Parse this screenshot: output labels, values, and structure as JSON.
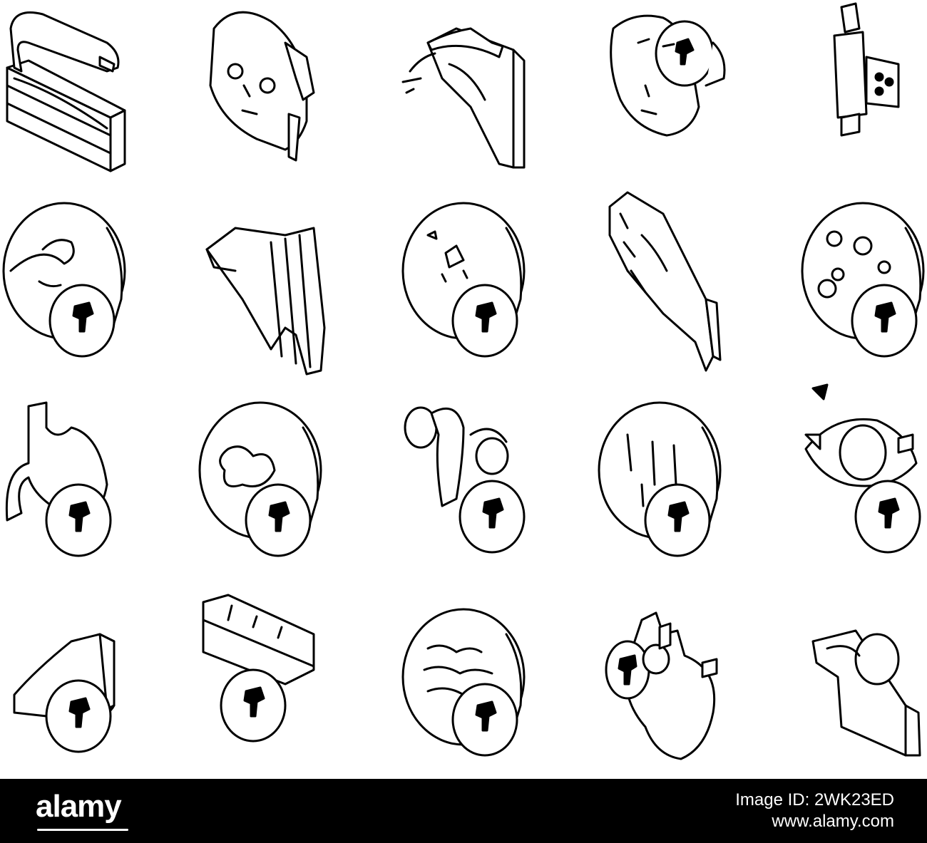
{
  "footer": {
    "brand": "alamy",
    "image_id_label": "Image ID: 2WK23ED",
    "site_url": "www.alamy.com"
  },
  "icons": [
    "iron-device-icon",
    "face-mask-icon",
    "hand-tool-icon",
    "face-profile-icon",
    "plug-device-icon",
    "skin-circle-vessel-icon",
    "hair-comb-icon",
    "skin-circle-spots-icon",
    "epilator-device-icon",
    "skin-circle-rings-icon",
    "stomach-icon",
    "skin-circle-blot-icon",
    "ear-device-icon",
    "skin-circle-hairs-icon",
    "eye-icon",
    "leg-icon",
    "teeth-icon",
    "skin-circle-wrinkles-icon",
    "heart-icon",
    "underarm-icon"
  ],
  "colors": {
    "background": "#ffffff",
    "line": "#000000",
    "footer": "#000000",
    "footer_text": "#ffffff"
  }
}
